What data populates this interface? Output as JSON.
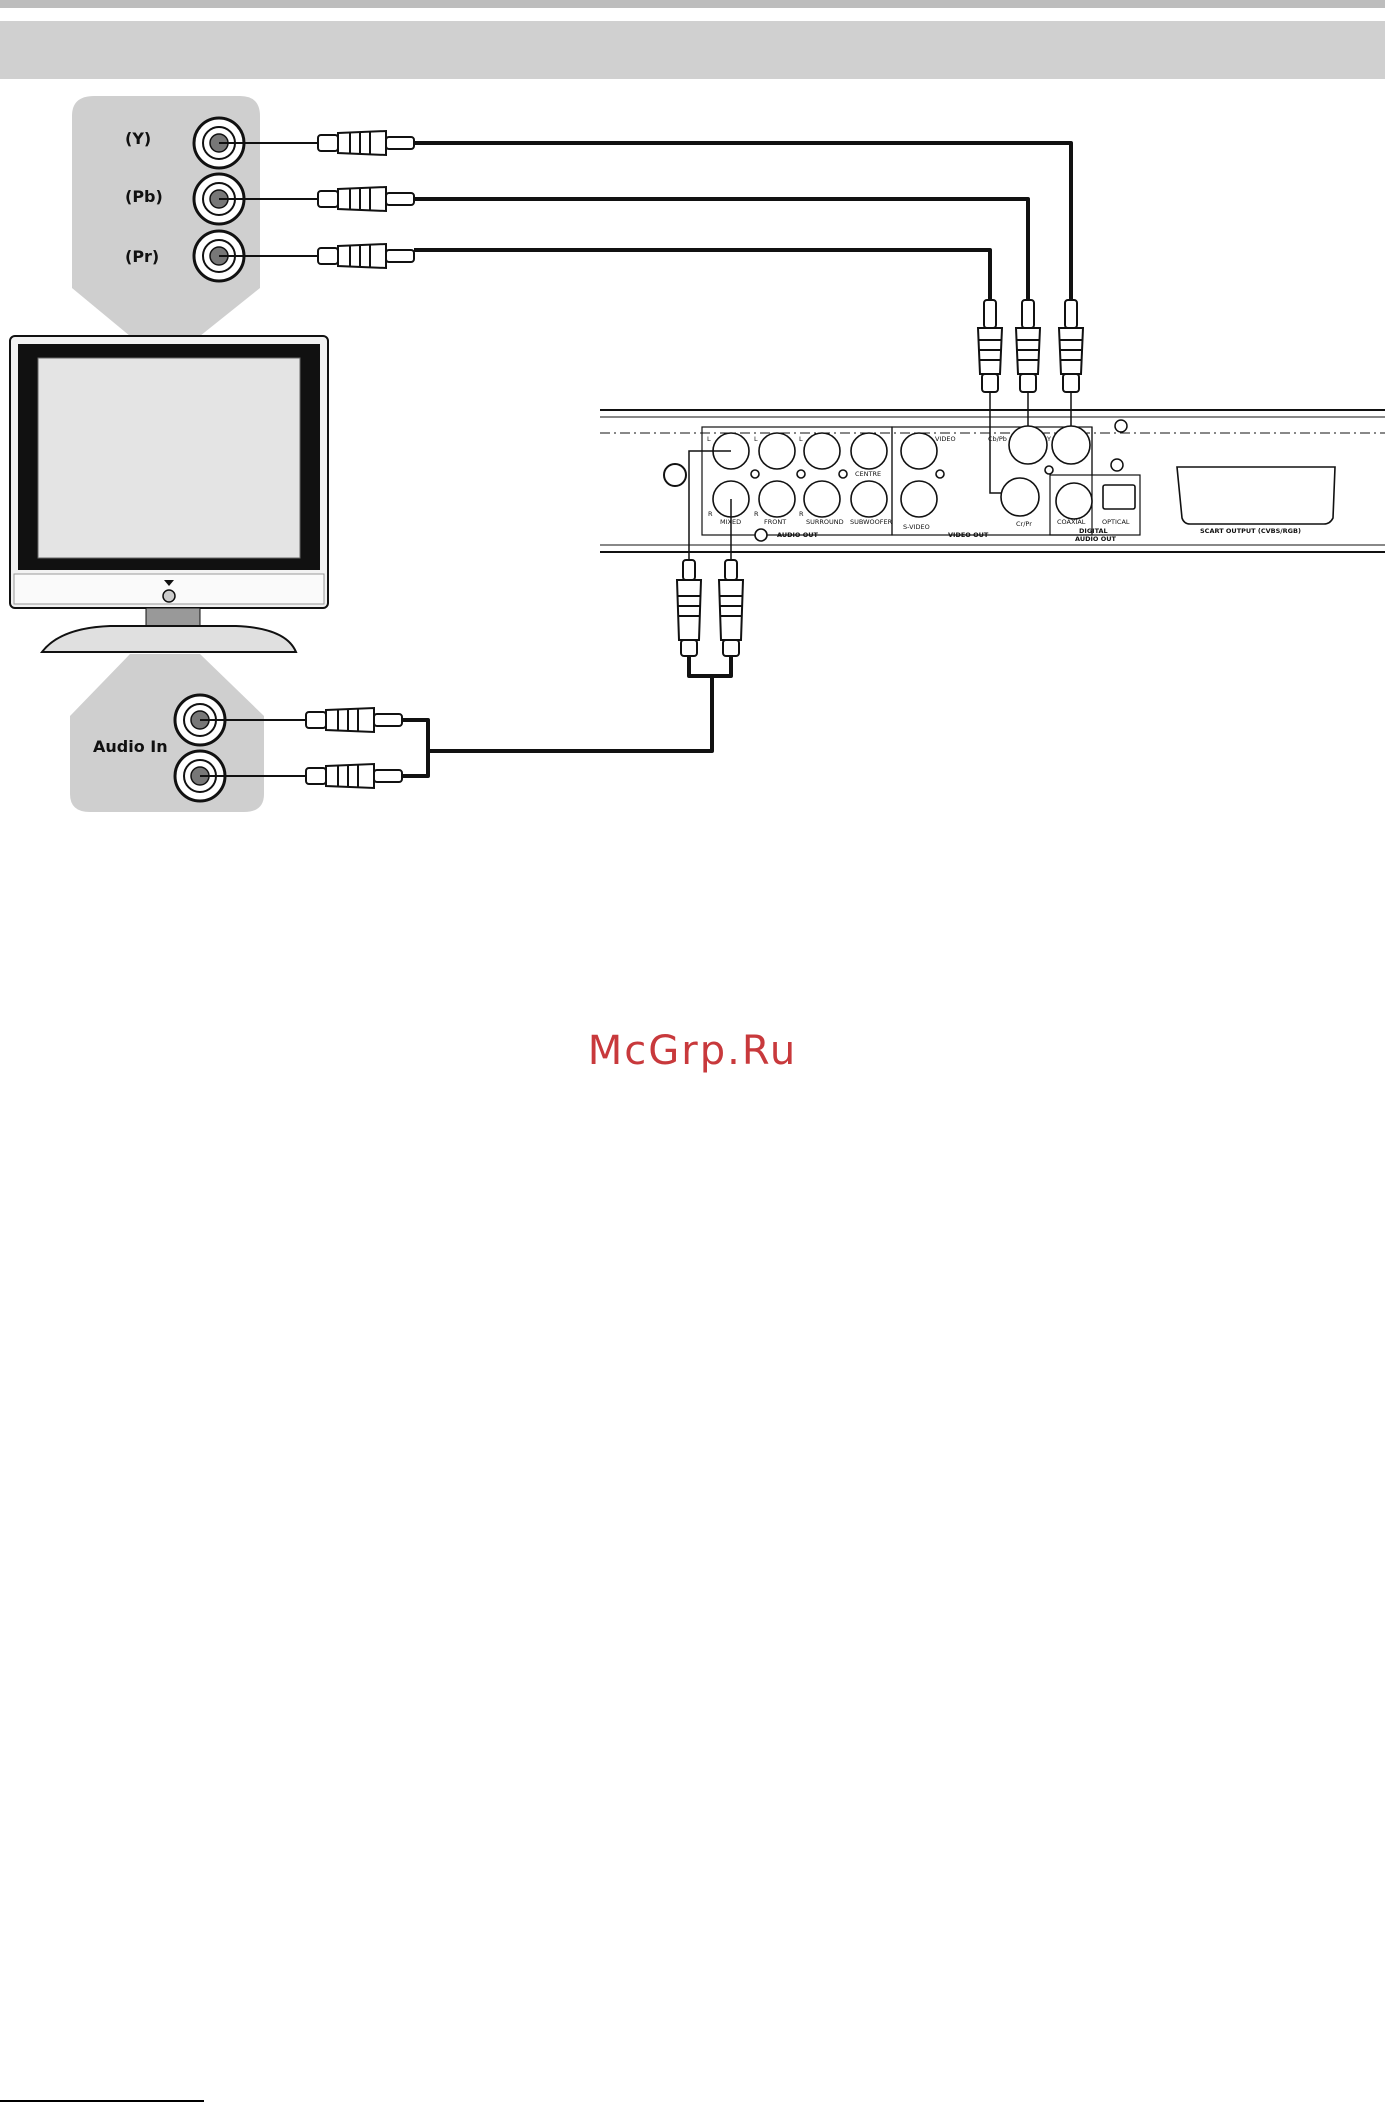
{
  "tv_video_inputs": {
    "y": "(Y)",
    "pb": "(Pb)",
    "pr": "(Pr)"
  },
  "tv_audio_input": {
    "label": "Audio In"
  },
  "player_panel": {
    "audio_channels": {
      "l": "L",
      "r": "R"
    },
    "audio_jacks": {
      "mixed": "MIXED",
      "front": "FRONT",
      "surround": "SURROUND",
      "centre": "CENTRE",
      "subwoofer": "SUBWOOFER"
    },
    "audio_out": "AUDIO OUT",
    "video": "VIDEO",
    "s_video": "S-VIDEO",
    "video_out": "VIDEO OUT",
    "cb_pb": "Cb/Pb",
    "y": "Y",
    "cr_pr": "Cr/Pr",
    "coaxial": "COAXIAL",
    "optical": "OPTICAL",
    "digital_line1": "DIGITAL",
    "digital_line2": "AUDIO OUT",
    "scart": "SCART OUTPUT (CVBS/RGB)"
  },
  "watermark": "McGrp.Ru",
  "colors": {
    "header_band": "#d0d0d0",
    "panel_grey": "#cfcfcf",
    "watermark": "#c8393c"
  }
}
